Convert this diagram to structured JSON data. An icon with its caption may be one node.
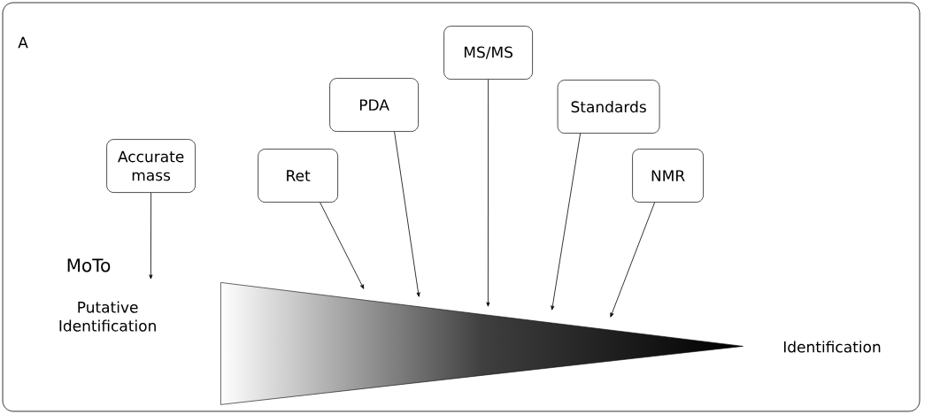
{
  "diagram": {
    "nodes": [
      {
        "text": [
          "A"
        ]
      },
      {
        "text": [
          "Accurate mass"
        ],
        "in": 0
      },
      {
        "text": [
          "Ret"
        ],
        "in": 0
      },
      {
        "text": [
          "PDA"
        ],
        "in": 0
      },
      {
        "text": [
          "MS/MS"
        ],
        "in": 0
      },
      {
        "text": [
          "Standards"
        ],
        "in": 0
      },
      {
        "text": [
          "NMR"
        ],
        "in": 0
      },
      {
        "text": [],
        "shape": "triangle",
        "in": 0
      },
      {
        "text": [
          "Putative Identification"
        ],
        "in": 0
      }
    ],
    "edges": [
      {
        "from": 1,
        "to": 8,
        "arrow": "to",
        "label": "MoTo"
      },
      {
        "from": 2,
        "to": 7,
        "arrow": "to"
      },
      {
        "from": 3,
        "to": 7,
        "arrow": "to"
      },
      {
        "from": 4,
        "to": 7,
        "arrow": "to"
      },
      {
        "from": 5,
        "to": 7,
        "arrow": "to"
      },
      {
        "from": 6,
        "to": 7,
        "arrow": "to"
      }
    ],
    "labels": [
      "Identification"
    ]
  }
}
